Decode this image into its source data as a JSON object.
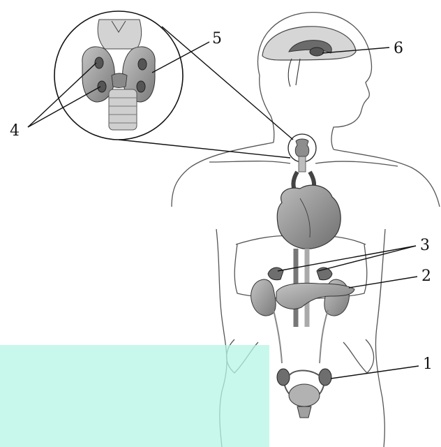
{
  "labels": [
    {
      "id": "label-1",
      "text": "1"
    },
    {
      "id": "label-2",
      "text": "2"
    },
    {
      "id": "label-3",
      "text": "3"
    },
    {
      "id": "label-4",
      "text": "4"
    },
    {
      "id": "label-5",
      "text": "5"
    },
    {
      "id": "label-6",
      "text": "6"
    }
  ],
  "colors": {
    "outline": "#555555",
    "organ_fill": "#9a9a9a",
    "organ_dark": "#6e6e6e",
    "overlay": "#b6f5e4"
  }
}
